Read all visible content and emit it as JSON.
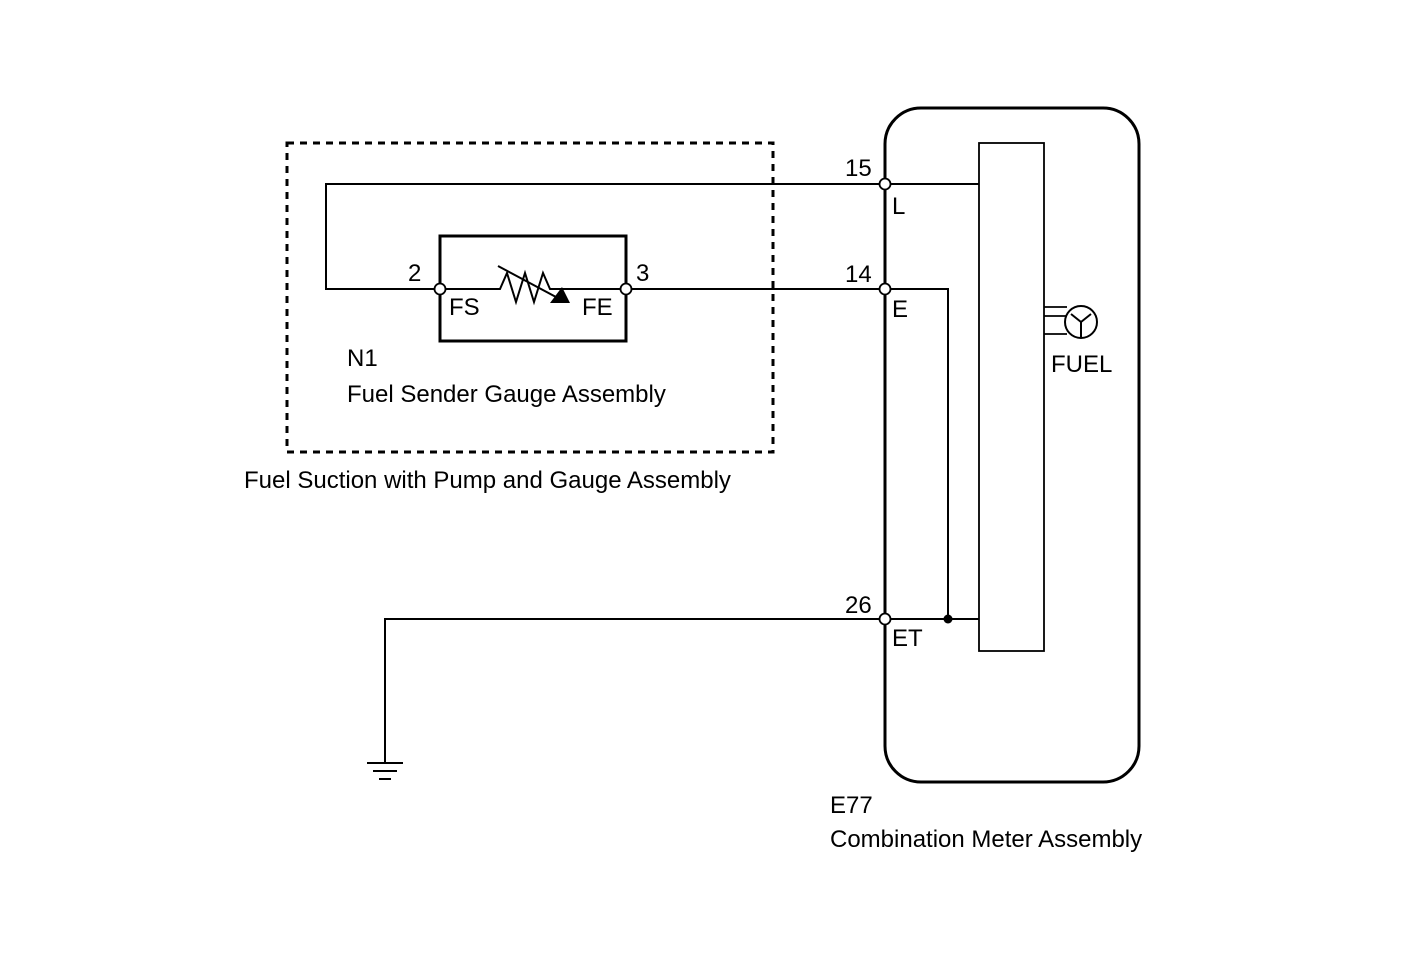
{
  "fuel_suction_assembly": {
    "label": "Fuel Suction with Pump and Gauge Assembly"
  },
  "sender_gauge": {
    "code": "N1",
    "name": "Fuel Sender Gauge Assembly",
    "pins": [
      {
        "number": "2",
        "name": "FS"
      },
      {
        "number": "3",
        "name": "FE"
      }
    ]
  },
  "combination_meter": {
    "code": "E77",
    "name": "Combination Meter Assembly",
    "gauge_label": "FUEL",
    "pins": [
      {
        "number": "15",
        "name": "L"
      },
      {
        "number": "14",
        "name": "E"
      },
      {
        "number": "26",
        "name": "ET"
      }
    ]
  },
  "colors": {
    "line": "#000000",
    "background": "#ffffff"
  }
}
